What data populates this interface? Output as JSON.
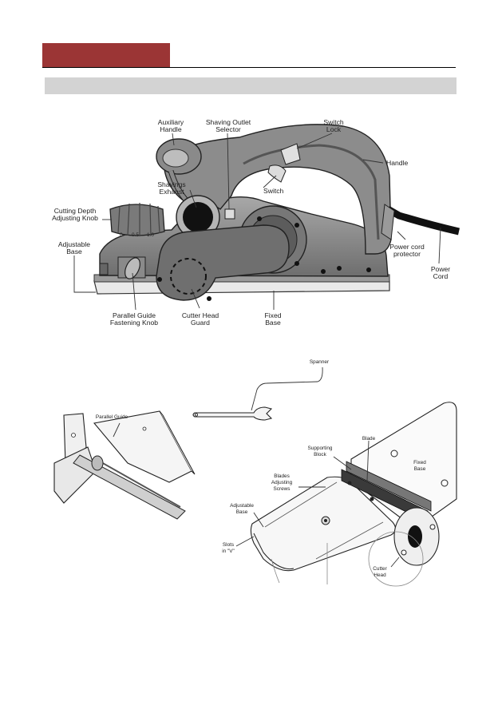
{
  "page": {
    "header_tab_color": "#9b3535",
    "section_bar_color": "#d3d3d3"
  },
  "planer_labels": {
    "auxiliary_handle": [
      "Auxiliary",
      "Handle"
    ],
    "shaving_outlet_selector": [
      "Shaving Outlet",
      "Selector"
    ],
    "switch_lock": [
      "Switch",
      "Lock"
    ],
    "handle": [
      "Handle"
    ],
    "shavings_exhaust": [
      "Shavings",
      "Exhaust"
    ],
    "switch": [
      "Switch"
    ],
    "cutting_depth_knob": [
      "Cutting Depth",
      "Adjusting Knob"
    ],
    "adjustable_base": [
      "Adjustable",
      "Base"
    ],
    "power_cord_protector": [
      "Power cord",
      "protector"
    ],
    "power_cord": [
      "Power",
      "Cord"
    ],
    "parallel_guide_knob": [
      "Parallel Guide",
      "Fastening Knob"
    ],
    "cutter_head_guard": [
      "Cutter Head",
      "Guard"
    ],
    "fixed_base": [
      "Fixed",
      "Base"
    ]
  },
  "depth_scale": [
    "0",
    "0.5",
    "1.0"
  ],
  "accessory_labels": {
    "spanner": "Spanner",
    "parallel_guide": "Parallel Guide"
  },
  "base_labels": {
    "supporting_block": [
      "Supporting",
      "Block"
    ],
    "blade": [
      "Blade"
    ],
    "fixed_base": [
      "Fixed",
      "Base"
    ],
    "blades_adjusting_screws": [
      "Blades",
      "Adjusting",
      "Screws"
    ],
    "adjustable_base": [
      "Adjustable",
      "Base"
    ],
    "slots_v": [
      "Slots",
      "in \"V\""
    ],
    "cutter_head": [
      "Cutter",
      "Head"
    ]
  }
}
